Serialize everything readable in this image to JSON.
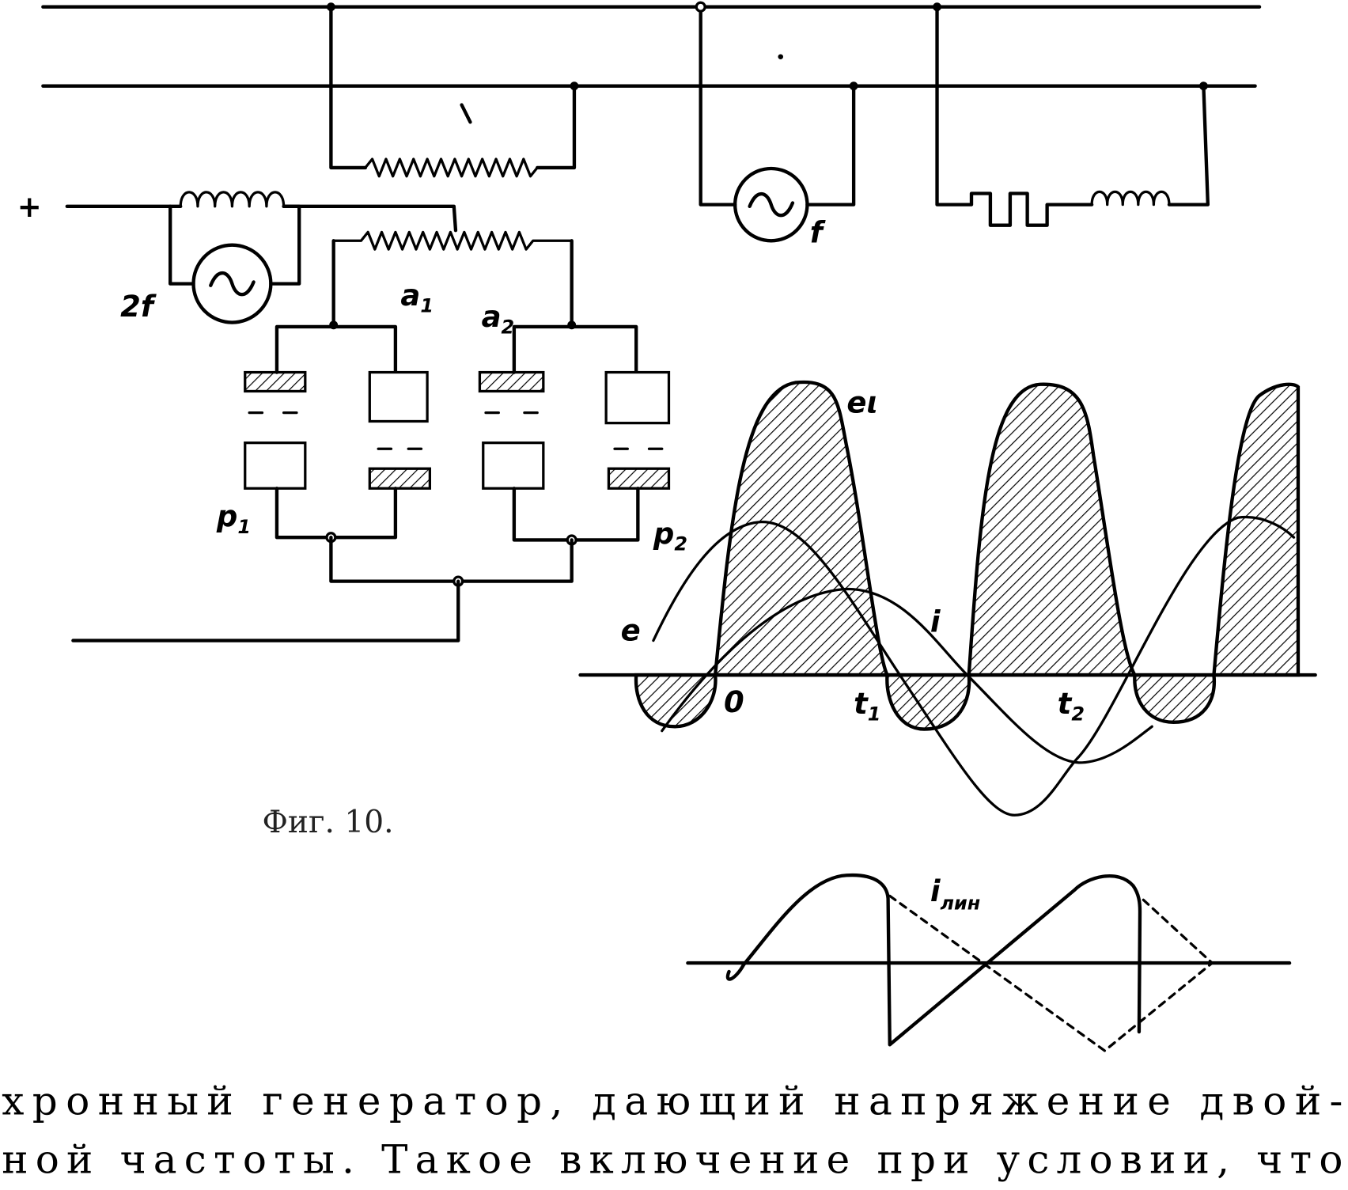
{
  "figure": {
    "caption": "Фиг. 10.",
    "labels": {
      "plus": "+",
      "gen_2f": "2f",
      "gen_f": "f",
      "a1": "a",
      "a1_sub": "1",
      "a2": "a",
      "a2_sub": "2",
      "p1": "p",
      "p1_sub": "1",
      "p2": "p",
      "p2_sub": "2",
      "el": "eι",
      "e": "e",
      "i": "i",
      "zero": "0",
      "t1": "t",
      "t1_sub": "1",
      "t2": "t",
      "t2_sub": "2",
      "ilin": "i",
      "ilin_sub": "лин"
    }
  },
  "body_text": {
    "line1": "хронный генератор, дающий напряжение двой-",
    "line2": "ной частоты. Такое включение при условии, что"
  }
}
